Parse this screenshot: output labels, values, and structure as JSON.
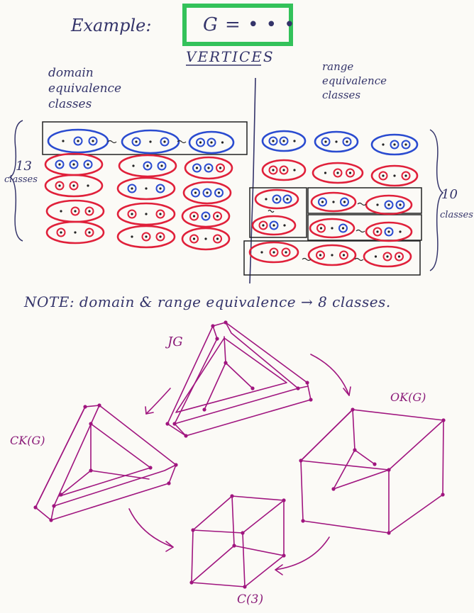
{
  "header": {
    "example_label": "Example:",
    "box_formula": "G = • • •",
    "vertices_heading": "VERTICES"
  },
  "left_panel": {
    "heading_lines": [
      "domain",
      "equivalence",
      "classes"
    ],
    "count_number": "13",
    "count_word": "classes"
  },
  "right_panel": {
    "heading_lines": [
      "range",
      "equivalence",
      "classes"
    ],
    "count_number": "10",
    "count_word": "classes"
  },
  "note": "NOTE: domain & range equivalence → 8 classes.",
  "graph_labels": {
    "jg": "JG",
    "ok": "OK(G)",
    "ck": "CK(G)",
    "c3": "C(3)"
  },
  "colors": {
    "blue_class": "#2a4bd0",
    "red_class": "#e0203a",
    "green_box": "#33c25a",
    "magenta": "#a0157f",
    "ink": "#34346a"
  }
}
